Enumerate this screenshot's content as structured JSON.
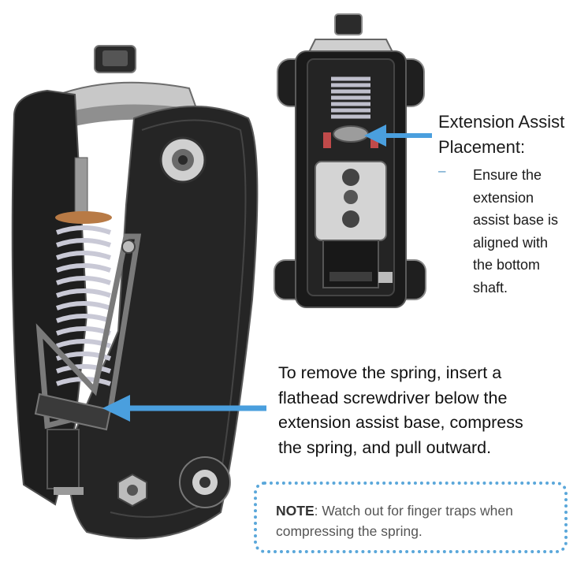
{
  "inset": {
    "heading": "Extension Assist\nPlacement:",
    "bullet_marker": "–",
    "bullet_text": "Ensure the\nextension\nassist base is\naligned with\nthe bottom\nshaft."
  },
  "main": {
    "instruction": "To remove the spring, insert a\nflathead screwdriver below the\nextension assist base, compress\nthe spring, and pull outward."
  },
  "note": {
    "label": "NOTE",
    "text": ": Watch out for finger traps when compressing the spring."
  },
  "colors": {
    "arrow": "#4a9fde",
    "note_border": "#5aa7da",
    "bullet": "#4a8fc2"
  },
  "icons": {
    "main_illustration": "knee-mechanism-spring-view",
    "inset_illustration": "knee-mechanism-front-view",
    "arrows": "pointer-arrow-icon"
  }
}
